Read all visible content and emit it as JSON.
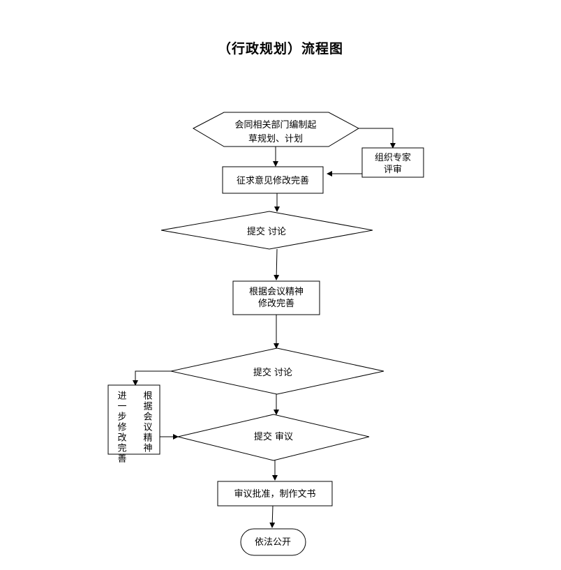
{
  "title": "（行政规划）流程图",
  "nodes": {
    "draft": [
      "会同相关部门编制起",
      "草规划、计划"
    ],
    "expert": [
      "组织专家",
      "评审"
    ],
    "solicit": [
      "征求意见修改完善"
    ],
    "submit1": [
      "提交 讨论"
    ],
    "revise_meeting": [
      "根据会议精神",
      "修改完善"
    ],
    "submit2": [
      "提交 讨论"
    ],
    "revise_side": [
      "根据会议精神",
      "进一步修改完善"
    ],
    "review": [
      "提交 审议"
    ],
    "approve": [
      "审议批准，制作文书"
    ],
    "publish": [
      "依法公开"
    ]
  }
}
